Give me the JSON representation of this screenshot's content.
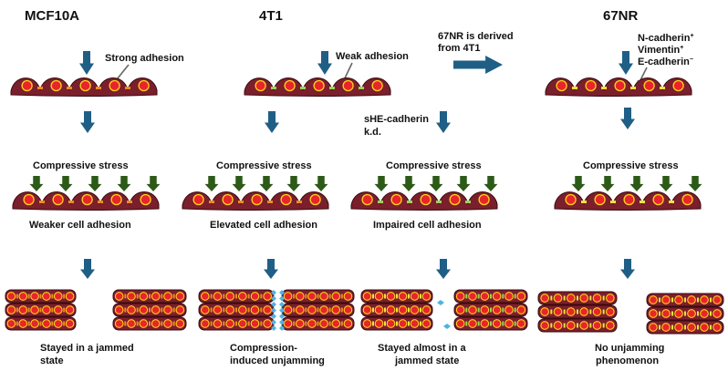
{
  "headers": {
    "mcf10a": "MCF10A",
    "t1": "4T1",
    "nr": "67NR"
  },
  "notes": {
    "strong_adhesion": "Strong adhesion",
    "weak_adhesion": "Weak adhesion",
    "derived_line1": "67NR is derived",
    "derived_line2": "from 4T1",
    "markers": {
      "ncad": "N-cadherin",
      "vim": "Vimentin",
      "ecad": "E-cadherin",
      "pos": "+",
      "neg": "−"
    },
    "she_line1": "sHE-cadherin",
    "she_line2": "k.d."
  },
  "stress_label": "Compressive stress",
  "adhesion_labels": {
    "mcf10a": "Weaker cell adhesion",
    "t1": "Elevated cell adhesion",
    "she": "Impaired cell adhesion"
  },
  "outcomes": {
    "mcf10a": [
      "Stayed in a jammed",
      "state"
    ],
    "t1": [
      "Compression-",
      "induced unjamming"
    ],
    "she": [
      "Stayed almost in a",
      "jammed state"
    ],
    "nr": [
      "No unjamming",
      "phenomenon"
    ]
  },
  "colors": {
    "cell": "#7a1f2b",
    "cell_edge": "#3a0a12",
    "nucleus": "#e8252a",
    "nucleus_edge": "#ffd21a",
    "arrow_blue": "#1f5f86",
    "arrow_green": "#2c5a17",
    "junction_orange": "#f08a1c",
    "junction_yellow": "#f3e03a",
    "junction_green": "#9bd35a",
    "unjam_blue": "#4fb3e0",
    "pointer": "#666666"
  }
}
